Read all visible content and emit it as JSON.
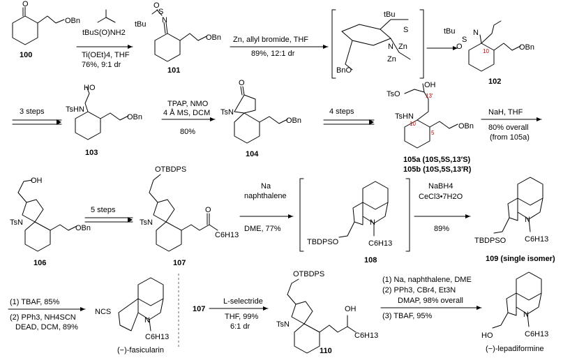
{
  "labels": {
    "c100": "100",
    "c101": "101",
    "c102": "102",
    "c103": "103",
    "c104": "104",
    "c105": "105a (10S,5S,13′S)",
    "c105b": "105b (10S,5S,13′R)",
    "c106": "106",
    "c107": "107",
    "c108": "108",
    "c109": "109 (single isomer)",
    "c110": "110",
    "fasicularin": "(−)-fasicularin",
    "lepadiformine": "(−)-lepadiformine"
  },
  "steps": {
    "s1_top": "tBuS(O)NH2",
    "s1_a": "Ti(OEt)4, THF",
    "s1_b": "76%, 9:1 dr",
    "s2_a": "Zn, allyl bromide, THF",
    "s2_b": "89%, 12:1 dr",
    "s3": "3 steps",
    "s4_a": "TPAP, NMO",
    "s4_b": "4 Å MS, DCM",
    "s4_c": "80%",
    "s5": "4 steps",
    "s6_a": "NaH, THF",
    "s6_b": "80% overall",
    "s6_c": "(from 105a)",
    "s7": "5 steps",
    "s8_a": "Na",
    "s8_b": "naphthalene",
    "s8_c": "DME, 77%",
    "s9_a": "NaBH4",
    "s9_b": "CeCl3•7H2O",
    "s9_c": "89%",
    "s10_a": "(1) TBAF, 85%",
    "s10_b": "(2) PPh3, NH4SCN",
    "s10_c": "DEAD, DCM, 89%",
    "s11_cmp": "107",
    "s11_a": "L-selectride",
    "s11_b": "THF, 99%",
    "s11_c": "6:1 dr",
    "s12_a": "(1) Na, naphthalene, DME",
    "s12_b": "(2) PPh3, CBr4, Et3N",
    "s12_c": "DMAP, 98% overall",
    "s12_d": "(3) TBAF, 95%"
  },
  "groups": {
    "obn": "OBn",
    "tbu": "tBu",
    "ts": "Ts",
    "tsn": "TsN",
    "tshn": "TsHN",
    "tso": "TsO",
    "oh": "OH",
    "ho": "HO",
    "o": "O",
    "s": "S",
    "n": "N",
    "h": "H",
    "zn": "Zn",
    "otbdps": "OTBDPS",
    "tbdpso": "TBDPSO",
    "c6h13": "C6H13",
    "ncs": "NCS",
    "bno": "BnO"
  },
  "stereo_marks": {
    "m10": "10",
    "m13": "13′",
    "m5": "5"
  }
}
